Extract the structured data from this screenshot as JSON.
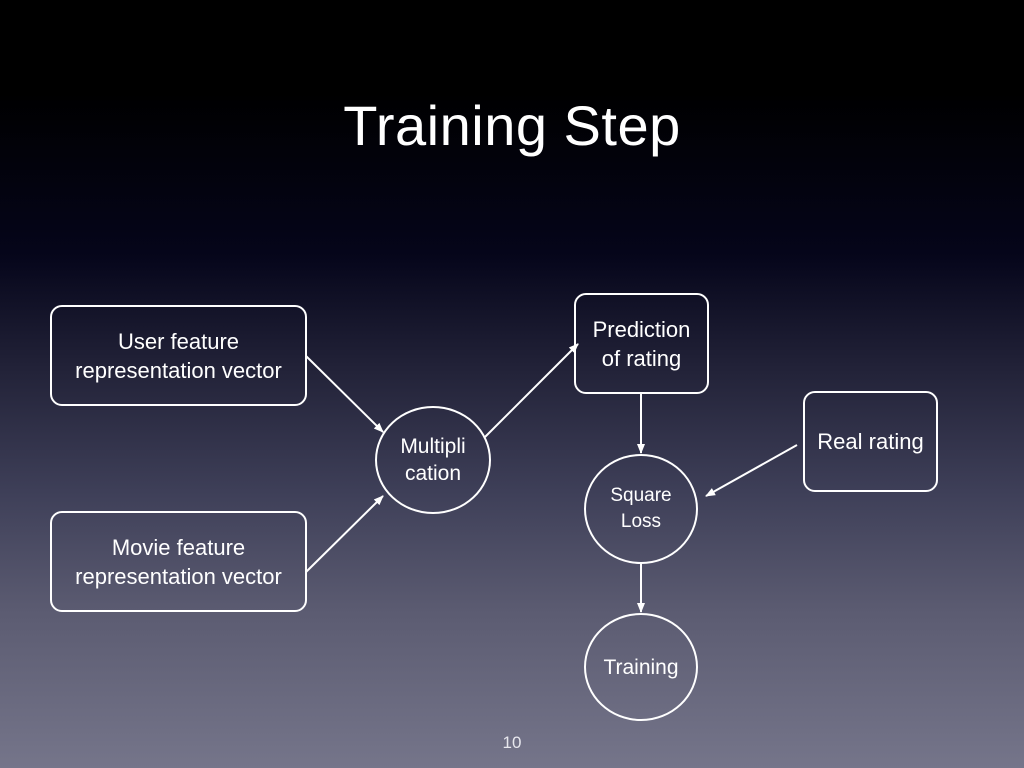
{
  "slide": {
    "title": "Training Step",
    "page_number": "10"
  },
  "nodes": {
    "user_vector": "User feature\nrepresentation vector",
    "movie_vector": "Movie feature\nrepresentation vector",
    "multiplication": "Multipli\ncation",
    "prediction": "Prediction\nof rating",
    "real_rating": "Real rating",
    "square_loss": "Square\nLoss",
    "training": "Training"
  },
  "edges": [
    {
      "from": "user_vector",
      "to": "multiplication"
    },
    {
      "from": "movie_vector",
      "to": "multiplication"
    },
    {
      "from": "multiplication",
      "to": "prediction"
    },
    {
      "from": "prediction",
      "to": "square_loss"
    },
    {
      "from": "real_rating",
      "to": "square_loss"
    },
    {
      "from": "square_loss",
      "to": "training"
    }
  ],
  "colors": {
    "foreground": "#ffffff",
    "background_top": "#000000",
    "background_bottom": "#75758a"
  }
}
